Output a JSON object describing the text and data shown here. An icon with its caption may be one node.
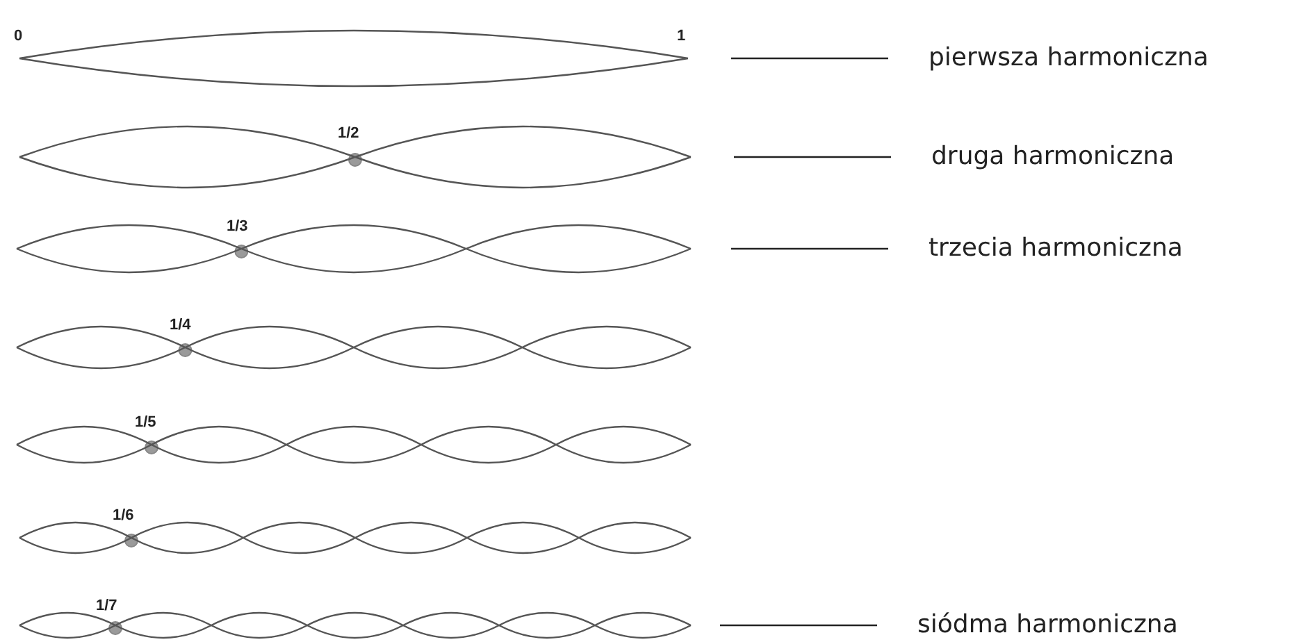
{
  "diagram": {
    "nodes": [
      {
        "text": [],
        "shape": "wave"
      },
      {
        "text": [],
        "shape": "wave"
      },
      {
        "text": [],
        "shape": "wave"
      },
      {
        "text": [],
        "shape": "wave"
      },
      {
        "text": [],
        "shape": "wave"
      },
      {
        "text": [],
        "shape": "wave"
      },
      {
        "text": [],
        "shape": "wave"
      },
      {
        "text": [
          "pierwsza harmoniczna"
        ]
      },
      {
        "text": [
          "druga harmoniczna"
        ]
      },
      {
        "text": [
          "trzecia harmoniczna"
        ]
      },
      {
        "text": [
          "siódma harmoniczna"
        ]
      }
    ],
    "edges": [
      {
        "from": 7,
        "to": 0,
        "arrow": "none"
      },
      {
        "from": 8,
        "to": 1,
        "arrow": "none"
      },
      {
        "from": 9,
        "to": 2,
        "arrow": "none"
      },
      {
        "from": 10,
        "to": 6,
        "arrow": "none"
      }
    ],
    "labels": [
      "0",
      "1",
      "1/2",
      "1/3",
      "1/4",
      "1/5",
      "1/6",
      "1/7"
    ]
  }
}
